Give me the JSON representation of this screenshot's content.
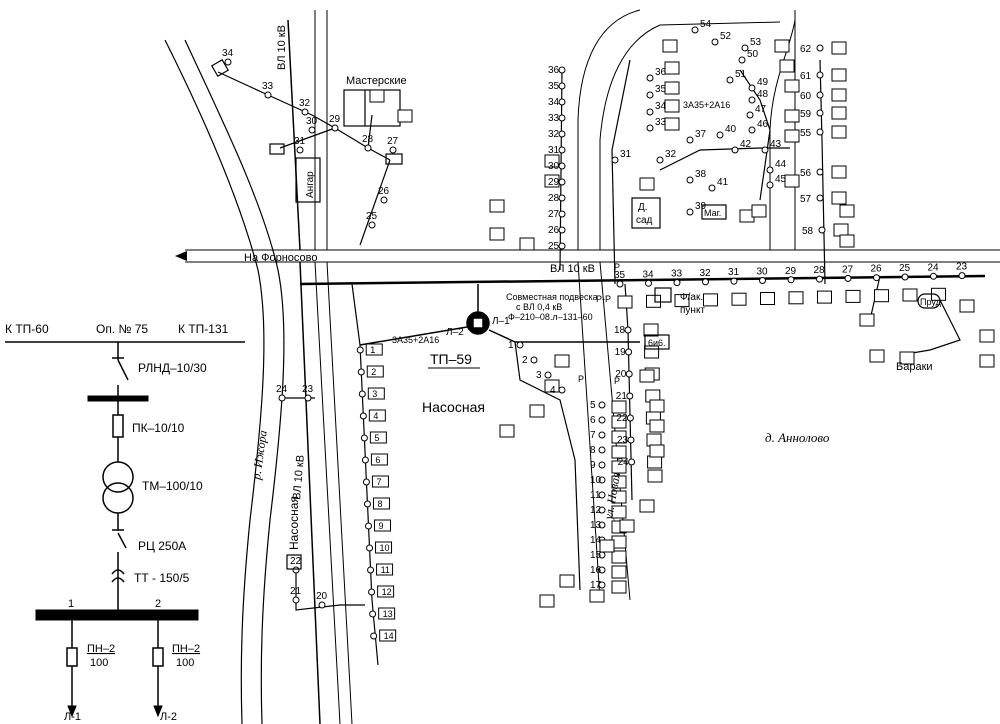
{
  "labels": {
    "k_tp60": "К ТП-60",
    "op75": "Оп. № 75",
    "k_tp131": "К ТП-131",
    "rlnd": "РЛНД–10/30",
    "pk": "ПК–10/10",
    "tm": "ТМ–100/10",
    "rc": "РЦ 250А",
    "tt": "ТТ - 150/5",
    "bus1": "1",
    "bus2": "2",
    "pn1": "ПН–2",
    "pn1b": "100",
    "pn2": "ПН–2",
    "pn2b": "100",
    "l1": "Л-1",
    "l2": "Л-2",
    "vl10_top": "ВЛ 10 кВ",
    "vl10_main": "ВЛ 10 кВ",
    "vl10_left": "ВЛ 10 кВ",
    "masterskie": "Мастерские",
    "angar": "Ангар",
    "na_fornosovo": "На Форносово",
    "r_izhora": "р. Ижора",
    "tp59": "ТП–59",
    "nasosnaya_main": "Насосная",
    "nasosnaya_left": "Насосная",
    "l2_tp": "Л–2",
    "l1_tp": "Л–1",
    "wire1": "3А35+2А16",
    "wire2": "3А35+2А16",
    "joint1": "Совместная подвеска",
    "joint2": "с ВЛ 0,4 кВ",
    "joint3": "Ф–210–08.л–131–60",
    "ul_novaya": "ул. Новая",
    "d_annolovo": "д. Аннолово",
    "d_sad1": "Д.",
    "d_sad2": "сад",
    "mag": "Маг.",
    "fap1": "Ф/ак.",
    "fap2": "пункт",
    "baraki": "Бараки",
    "prud": "Пруд",
    "bib": "6и6.",
    "rr": "Р-Р",
    "p": "Р"
  },
  "pole_numbers_left": [
    "34",
    "33",
    "32",
    "31",
    "30",
    "29",
    "28",
    "27",
    "26",
    "25",
    "24",
    "23",
    "22",
    "21",
    "20"
  ],
  "pole_numbers_branch": [
    "1",
    "2",
    "3",
    "4",
    "5",
    "6",
    "7",
    "8",
    "9",
    "10",
    "11",
    "12",
    "13",
    "14",
    "15",
    "16",
    "17",
    "18",
    "19"
  ],
  "pole_numbers_main": [
    "35",
    "34",
    "33",
    "32",
    "31",
    "30",
    "29",
    "28",
    "27",
    "26",
    "25",
    "24",
    "23"
  ],
  "pole_numbers_village": [
    "36",
    "35",
    "34",
    "33",
    "32",
    "31",
    "30",
    "29",
    "28",
    "27",
    "26",
    "25",
    "18",
    "19",
    "20",
    "21",
    "22",
    "23",
    "24"
  ],
  "house_numbers_left": [
    "1",
    "2",
    "3",
    "4",
    "5",
    "6",
    "7",
    "8",
    "9",
    "10",
    "11",
    "12",
    "13",
    "14"
  ],
  "pole_numbers_north": [
    "54",
    "52",
    "53",
    "50",
    "51",
    "49",
    "48",
    "47",
    "46",
    "36",
    "35",
    "34",
    "33",
    "37",
    "40",
    "42",
    "43",
    "44",
    "45",
    "38",
    "41",
    "39",
    "32",
    "31"
  ],
  "pole_numbers_east": [
    "62",
    "61",
    "60",
    "59",
    "55",
    "56",
    "57",
    "58"
  ]
}
